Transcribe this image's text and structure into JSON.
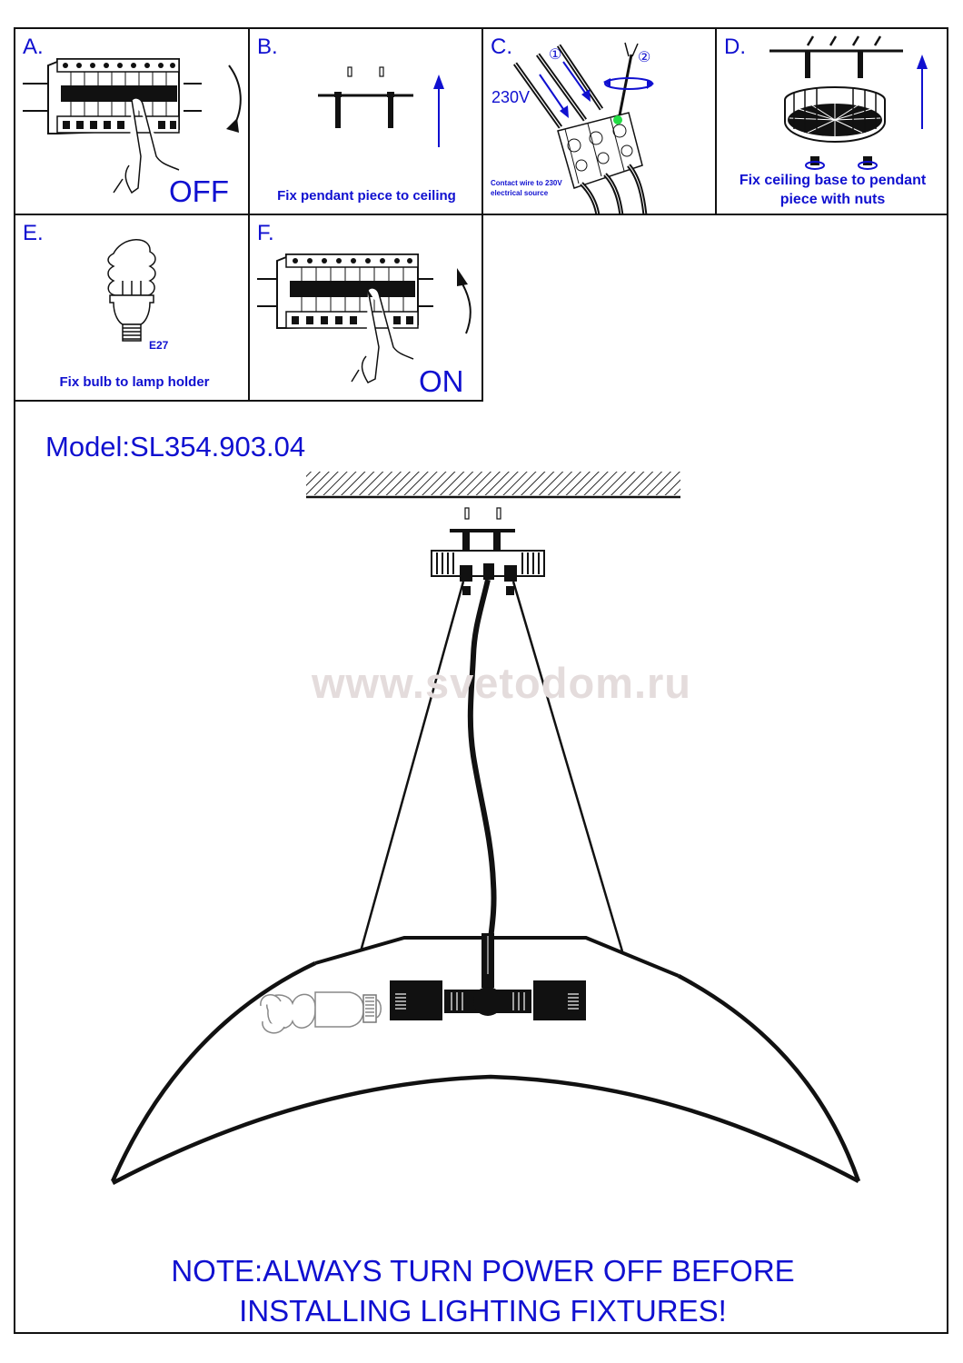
{
  "document": {
    "model_label": "Model:SL354.903.04",
    "watermark": "www.svetodom.ru",
    "note_line1": "NOTE:ALWAYS TURN POWER OFF BEFORE",
    "note_line2": "INSTALLING LIGHTING FIXTURES!"
  },
  "steps": [
    {
      "letter": "A.",
      "caption": "OFF",
      "icon": "circuit-breaker-off-icon"
    },
    {
      "letter": "B.",
      "caption": "Fix pendant piece to ceiling",
      "icon": "pendant-bracket-icon"
    },
    {
      "letter": "C.",
      "caption_line1": "Contact wire to 230V",
      "caption_line2": "electrical source",
      "voltage": "230V",
      "marker1": "①",
      "marker2": "②",
      "icon": "wire-terminal-icon"
    },
    {
      "letter": "D.",
      "caption_line1": "Fix ceiling base to pendant",
      "caption_line2": "piece with nuts",
      "icon": "ceiling-base-icon"
    },
    {
      "letter": "E.",
      "caption": "Fix bulb to lamp holder",
      "bulb_type": "E27",
      "icon": "cfl-bulb-icon"
    },
    {
      "letter": "F.",
      "caption": "ON",
      "icon": "circuit-breaker-on-icon"
    }
  ],
  "colors": {
    "text_blue": "#1010d0",
    "line": "#111111",
    "watermark": "#e4dcdc",
    "terminal_green": "#22dd44"
  }
}
